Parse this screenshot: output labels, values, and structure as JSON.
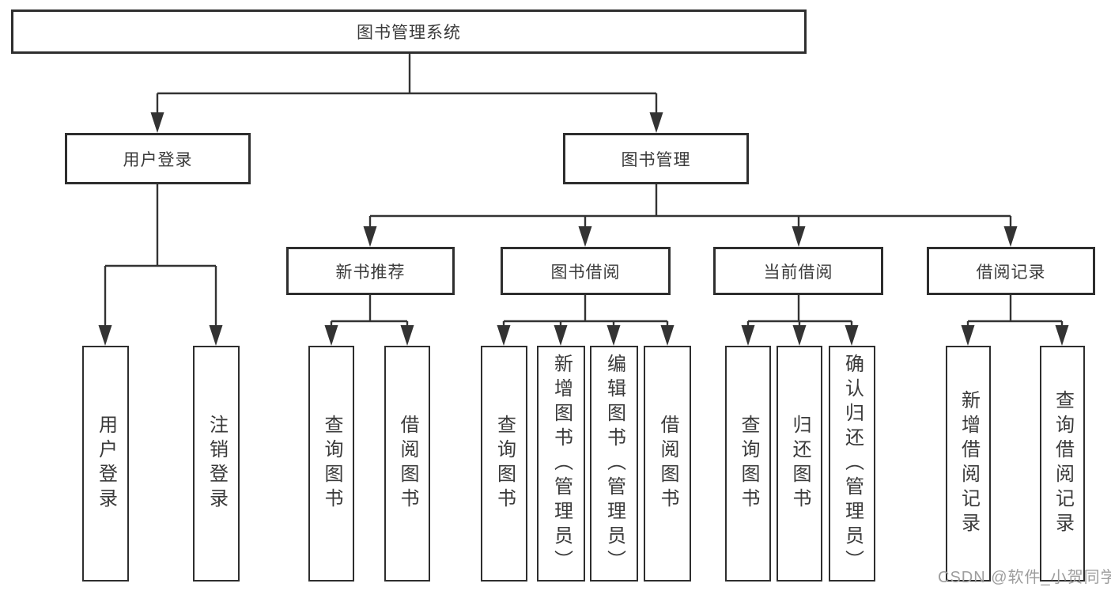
{
  "diagram": {
    "root": {
      "label": "图书管理系统"
    },
    "level2": [
      {
        "id": "user-login",
        "label": "用户登录"
      },
      {
        "id": "book-management",
        "label": "图书管理"
      }
    ],
    "level3": [
      {
        "id": "new-book-recommend",
        "label": "新书推荐"
      },
      {
        "id": "book-borrowing",
        "label": "图书借阅"
      },
      {
        "id": "current-borrowing",
        "label": "当前借阅"
      },
      {
        "id": "borrowing-records",
        "label": "借阅记录"
      }
    ],
    "leaves": {
      "user_login": [
        "用户登录",
        "注销登录"
      ],
      "new_books": [
        "查询图书",
        "借阅图书"
      ],
      "book_borrow": [
        "查询图书",
        "新增图书（管理员）",
        "编辑图书（管理员）",
        "借阅图书"
      ],
      "current_borrow": [
        "查询图书",
        "归还图书",
        "确认归还（管理员）"
      ],
      "borrow_records": [
        "新增借阅记录",
        "查询借阅记录"
      ]
    },
    "watermark": "CSDN @软件_小贺同学",
    "colors": {
      "line": "#333333",
      "text": "#3a3a3a",
      "background": "#ffffff",
      "watermark": "#9e9e9e"
    }
  }
}
